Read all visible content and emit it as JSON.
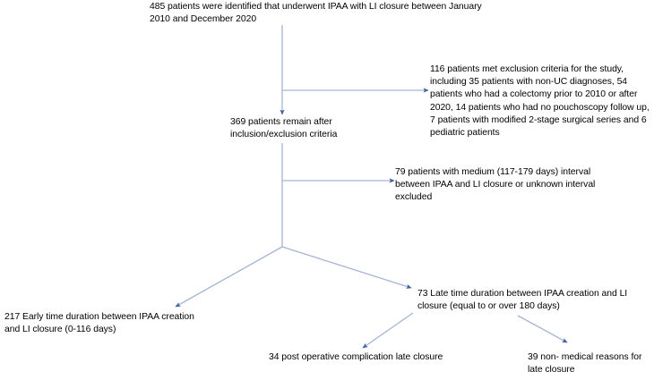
{
  "figure": {
    "type": "flowchart",
    "title": "IPAA with LI closure patient selection flow diagram",
    "line_color": "#a6b5d4",
    "arrowhead_color": "#3f5fa0",
    "background": "#ffffff",
    "text_color": "#000000"
  },
  "nodes": {
    "top": {
      "id": "identified",
      "count": 485,
      "text": "485 patients were identified that underwent IPAA with LI closure between January 2010 and December 2020"
    },
    "exclusion": {
      "id": "exclusion-criteria",
      "count": 116,
      "text": "116 patients met exclusion criteria for the study, including 35 patients with non-UC diagnoses, 54 patients who had a colectomy prior to 2010 or after 2020, 14 patients who had no pouchoscopy follow up, 7 patients with modified 2-stage surgical series and 6 pediatric patients"
    },
    "remaining": {
      "id": "remaining",
      "count": 369,
      "text": "369 patients remain after inclusion/exclusion criteria"
    },
    "medium": {
      "id": "medium-interval-excluded",
      "count": 79,
      "text": "79 patients with medium (117-179 days) interval between IPAA and LI closure or unknown interval excluded"
    },
    "early": {
      "id": "early-duration",
      "count": 217,
      "text": "217 Early time duration between IPAA creation and LI closure (0-116 days)"
    },
    "late": {
      "id": "late-duration",
      "count": 73,
      "text": "73 Late time duration between IPAA creation and LI closure (equal to or over 180 days)"
    },
    "postop": {
      "id": "post-operative-complication",
      "count": 34,
      "text": "34 post operative complication late closure"
    },
    "nonmedical": {
      "id": "non-medical-reasons",
      "count": 39,
      "text": "39 non- medical reasons for late closure"
    }
  },
  "edges": [
    {
      "id": "edge-top-to-remaining",
      "from": "identified",
      "to": "remaining",
      "style": "vertical-arrow"
    },
    {
      "id": "edge-trunk-to-exclusion",
      "from": "identified",
      "to": "exclusion-criteria",
      "style": "horizontal-arrow"
    },
    {
      "id": "edge-remaining-to-medium",
      "from": "remaining",
      "to": "medium-interval-excluded",
      "style": "horizontal-arrow"
    },
    {
      "id": "edge-remaining-to-early",
      "from": "remaining",
      "to": "early-duration",
      "style": "diagonal-arrow"
    },
    {
      "id": "edge-remaining-to-late",
      "from": "remaining",
      "to": "late-duration",
      "style": "diagonal-arrow"
    },
    {
      "id": "edge-late-to-postop",
      "from": "late-duration",
      "to": "post-operative-complication",
      "style": "diagonal-arrow"
    },
    {
      "id": "edge-late-to-nonmedical",
      "from": "late-duration",
      "to": "non-medical-reasons",
      "style": "diagonal-arrow"
    }
  ]
}
